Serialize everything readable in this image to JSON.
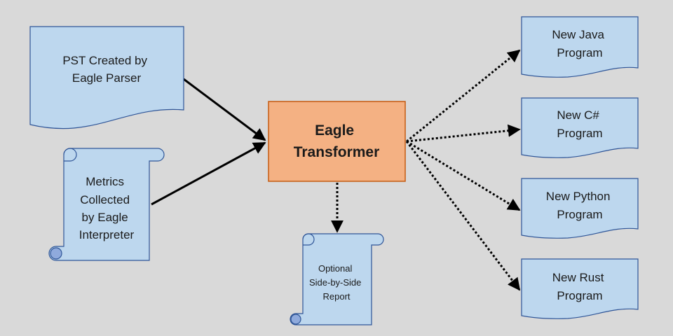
{
  "nodes": {
    "pst": {
      "lines": [
        "PST Created by",
        "Eagle Parser"
      ]
    },
    "metrics": {
      "lines": [
        "Metrics",
        "Collected",
        "by Eagle",
        "Interpreter"
      ]
    },
    "transformer": {
      "lines": [
        "Eagle",
        "Transformer"
      ]
    },
    "report": {
      "lines": [
        "Optional",
        "Side-by-Side",
        "Report"
      ]
    },
    "java": {
      "lines": [
        "New Java",
        "Program"
      ]
    },
    "csharp": {
      "lines": [
        "New C#",
        "Program"
      ]
    },
    "python": {
      "lines": [
        "New Python",
        "Program"
      ]
    },
    "rust": {
      "lines": [
        "New Rust",
        "Program"
      ]
    }
  },
  "colors": {
    "background": "#d9d9d9",
    "document_fill": "#bdd7ee",
    "document_stroke": "#2f5597",
    "transformer_fill": "#f4b183",
    "transformer_stroke": "#c55a11",
    "arrow": "#000000"
  }
}
